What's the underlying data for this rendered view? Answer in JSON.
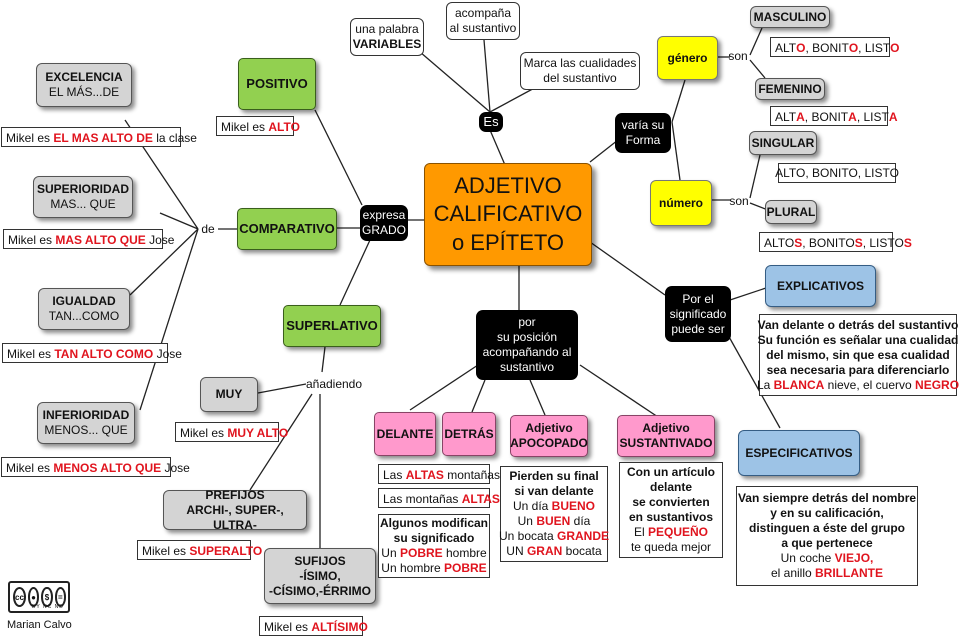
{
  "center": {
    "line1": "ADJETIVO",
    "line2": "CALIFICATIVO",
    "line3": "o EPÍTETO"
  },
  "es": {
    "label": "Es",
    "variables": {
      "line1": "una palabra",
      "line2": "VARIABLES"
    },
    "acompana": {
      "line1": "acompaña",
      "line2": "al sustantivo"
    },
    "marca": {
      "line1": "Marca las cualidades",
      "line2": "del sustantivo"
    }
  },
  "forma": {
    "label": {
      "line1": "varía su",
      "line2": "Forma"
    },
    "genero": "género",
    "genero_son": "son",
    "masculino": "MASCULINO",
    "masc_ex": {
      "p1": "ALT",
      "s1": "O",
      "p2": ", BONIT",
      "s2": "O",
      "p3": ", LIST",
      "s3": "O"
    },
    "femenino": "FEMENINO",
    "fem_ex": {
      "p1": "ALT",
      "s1": "A",
      "p2": ", BONIT",
      "s2": "A",
      "p3": ", LIST",
      "s3": "A"
    },
    "numero": "número",
    "numero_son": "son",
    "singular": "SINGULAR",
    "sing_ex": "ALTO, BONITO, LISTO",
    "plural": "PLURAL",
    "plur_ex": {
      "p1": "ALTO",
      "s1": "S",
      "p2": ", BONITO",
      "s2": "S",
      "p3": ", LISTO",
      "s3": "S"
    }
  },
  "grado": {
    "label": {
      "line1": "expresa",
      "line2": "GRADO"
    },
    "positivo": "POSITIVO",
    "positivo_ex": {
      "a": "Mikel es ",
      "b": "ALTO"
    },
    "comparativo": "COMPARATIVO",
    "de": "de",
    "excelencia": {
      "line1": "EXCELENCIA",
      "line2": "EL MÁS...DE"
    },
    "excelencia_ex": {
      "a": "Mikel es ",
      "b": "EL MAS ALTO DE",
      "c": " la clase"
    },
    "superioridad": {
      "line1": "SUPERIORIDAD",
      "line2": "MAS... QUE"
    },
    "superioridad_ex": {
      "a": "Mikel es ",
      "b": "MAS ALTO QUE",
      "c": " Jose"
    },
    "igualdad": {
      "line1": "IGUALDAD",
      "line2": "TAN...COMO"
    },
    "igualdad_ex": {
      "a": "Mikel es ",
      "b": "TAN ALTO COMO",
      "c": " Jose"
    },
    "inferioridad": {
      "line1": "INFERIORIDAD",
      "line2": "MENOS... QUE"
    },
    "inferioridad_ex": {
      "a": "Mikel es ",
      "b": "MENOS ALTO QUE",
      "c": " Jose"
    },
    "superlativo": "SUPERLATIVO",
    "anadiendo": "añadiendo",
    "muy": "MUY",
    "muy_ex": {
      "a": "Mikel es ",
      "b": "MUY ALTO"
    },
    "prefijos": {
      "line1": "PREFIJOS",
      "line2": "ARCHI-, SUPER-, ULTRA-"
    },
    "prefijos_ex": {
      "a": "Mikel es ",
      "b": "SUPERALTO"
    },
    "sufijos": {
      "line1": "SUFIJOS",
      "line2": "-ÍSIMO,",
      "line3": "-CÍSIMO,-ÉRRIMO"
    },
    "sufijos_ex": {
      "a": "Mikel es ",
      "b": "ALTÍSIMO"
    }
  },
  "posicion": {
    "label": {
      "line1": "por",
      "line2": "su posición",
      "line3": "acompañando al",
      "line4": "sustantivo"
    },
    "delante": "DELANTE",
    "detras": "DETRÁS",
    "delante_ex": {
      "a": "Las ",
      "b": "ALTAS",
      "c": " montañas"
    },
    "detras_ex": {
      "a": "Las montañas ",
      "b": "ALTAS"
    },
    "modifican": {
      "line1": "Algunos modifican",
      "line2": "su significado",
      "l3a": "Un ",
      "l3b": "POBRE",
      "l3c": " hombre",
      "l4a": "Un hombre ",
      "l4b": "POBRE"
    },
    "apocopado": {
      "line1": "Adjetivo",
      "line2": "APOCOPADO"
    },
    "apocopado_ex": {
      "line1": "Pierden su final",
      "line2": "si van delante",
      "l3a": "Un día ",
      "l3b": "BUENO",
      "l4a": "Un ",
      "l4b": "BUEN",
      "l4c": " día",
      "l5a": "Un bocata ",
      "l5b": "GRANDE",
      "l6a": "UN ",
      "l6b": "GRAN",
      "l6c": " bocata"
    },
    "sustantivado": {
      "line1": "Adjetivo",
      "line2": "SUSTANTIVADO"
    },
    "sustantivado_ex": {
      "line1": "Con un artículo",
      "line2": "delante",
      "line3": "se convierten",
      "line4": "en sustantivos",
      "l5a": "El ",
      "l5b": "PEQUEÑO",
      "line6": "te queda mejor"
    }
  },
  "significado": {
    "label": {
      "line1": "Por el",
      "line2": "significado",
      "line3": "puede ser"
    },
    "explicativos": "EXPLICATIVOS",
    "explicativos_ex": {
      "line1": "Van delante o detrás del sustantivo",
      "line2": "Su función es señalar una cualidad",
      "line3": "del mismo, sin que esa cualidad",
      "line4": "sea necesaria para diferenciarlo",
      "l5a": "La ",
      "l5b": "BLANCA",
      "l5c": " nieve, el cuervo ",
      "l5d": "NEGRO"
    },
    "especificativos": "ESPECIFICATIVOS",
    "especificativos_ex": {
      "line1": "Van siempre detrás del nombre",
      "line2": "y en su calificación,",
      "line3": "distinguen a éste del grupo",
      "line4": "a que pertenece",
      "l5a": "Un coche ",
      "l5b": "VIEJO,",
      "l6a": "el anillo ",
      "l6b": "BRILLANTE"
    }
  },
  "license": {
    "cc": "cc",
    "by": "BY",
    "nc": "NC",
    "nd": "ND"
  },
  "author": "Marian Calvo"
}
